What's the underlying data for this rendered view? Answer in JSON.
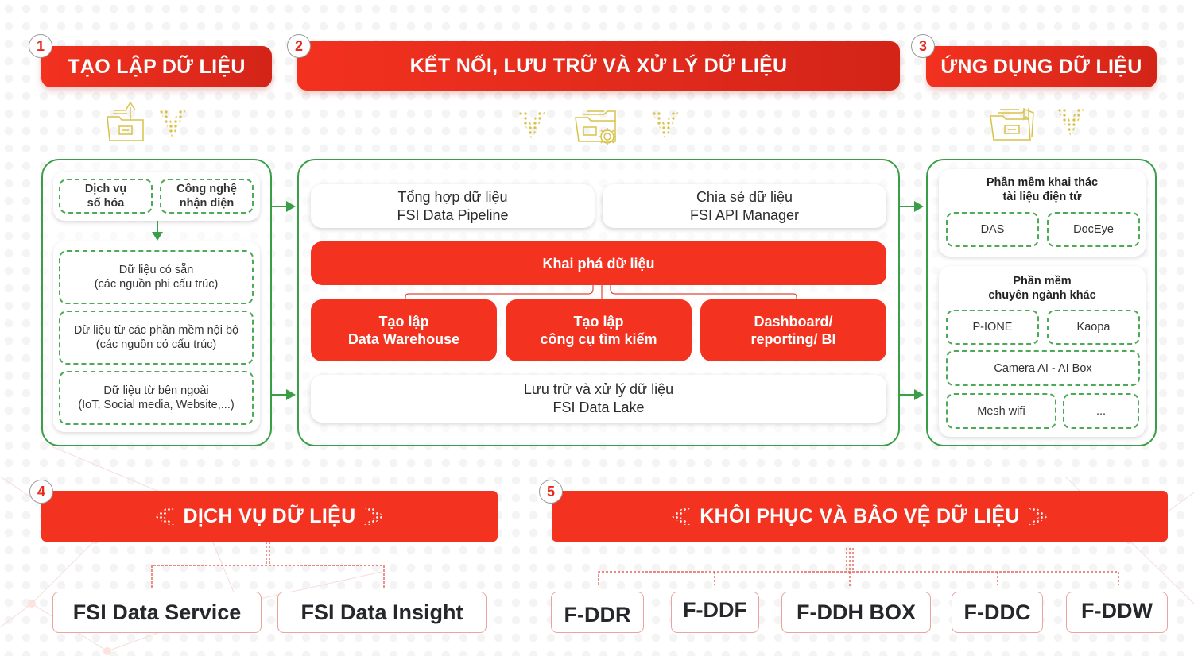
{
  "colors": {
    "primary_red": "#f33220",
    "frame_green": "#3a9d47",
    "dashed_green": "#4caa55",
    "icon_gold": "#d9c24a",
    "output_border": "#e9a49d",
    "text_dark": "#2b2b2b"
  },
  "section1": {
    "number": "1",
    "title": "TẠO LẬP DỮ LIỆU",
    "icon": "folder-upload-icon",
    "inputs": [
      {
        "label": "Dịch vụ\nsố hóa"
      },
      {
        "label": "Công nghệ\nnhận diện"
      }
    ],
    "sources": [
      {
        "line1": "Dữ liệu có sẵn",
        "line2": "(các nguồn phi cấu trúc)"
      },
      {
        "line1": "Dữ liệu từ các phần mềm nội bộ",
        "line2": "(các nguồn có cấu trúc)"
      },
      {
        "line1": "Dữ liệu từ bên ngoài",
        "line2": "(IoT, Social media, Website,...)"
      }
    ]
  },
  "section2": {
    "number": "2",
    "title": "KẾT NỐI, LƯU TRỮ VÀ XỬ LÝ DỮ LIỆU",
    "icon": "folder-gear-icon",
    "pipeline": {
      "line1": "Tổng hợp dữ liệu",
      "line2": "FSI Data Pipeline"
    },
    "api": {
      "line1": "Chia sẻ dữ liệu",
      "line2": "FSI API Manager"
    },
    "mining": "Khai phá dữ liệu",
    "children": [
      {
        "line1": "Tạo lập",
        "line2": "Data Warehouse"
      },
      {
        "line1": "Tạo lập",
        "line2": "công cụ tìm kiếm"
      },
      {
        "line1": "Dashboard/",
        "line2": "reporting/ BI"
      }
    ],
    "lake": {
      "line1": "Lưu trữ và xử lý dữ liệu",
      "line2": "FSI Data Lake"
    }
  },
  "section3": {
    "number": "3",
    "title": "ỨNG DỤNG DỮ LIỆU",
    "icon": "folder-document-icon",
    "group1": {
      "title_line1": "Phần mềm khai thác",
      "title_line2": "tài liệu điện tử",
      "items": [
        "DAS",
        "DocEye"
      ]
    },
    "group2": {
      "title_line1": "Phần mềm",
      "title_line2": "chuyên ngành khác",
      "items": [
        "P-IONE",
        "Kaopa",
        "Camera AI - AI Box",
        "Mesh wifi",
        "..."
      ]
    }
  },
  "section4": {
    "number": "4",
    "title": "DỊCH VỤ DỮ LIỆU",
    "outputs": [
      "FSI Data Service",
      "FSI Data Insight"
    ]
  },
  "section5": {
    "number": "5",
    "title": "KHÔI PHỤC VÀ BẢO VỆ DỮ LIỆU",
    "outputs": [
      "F-DDR",
      "F-DDF",
      "F-DDH BOX",
      "F-DDC",
      "F-DDW"
    ]
  }
}
